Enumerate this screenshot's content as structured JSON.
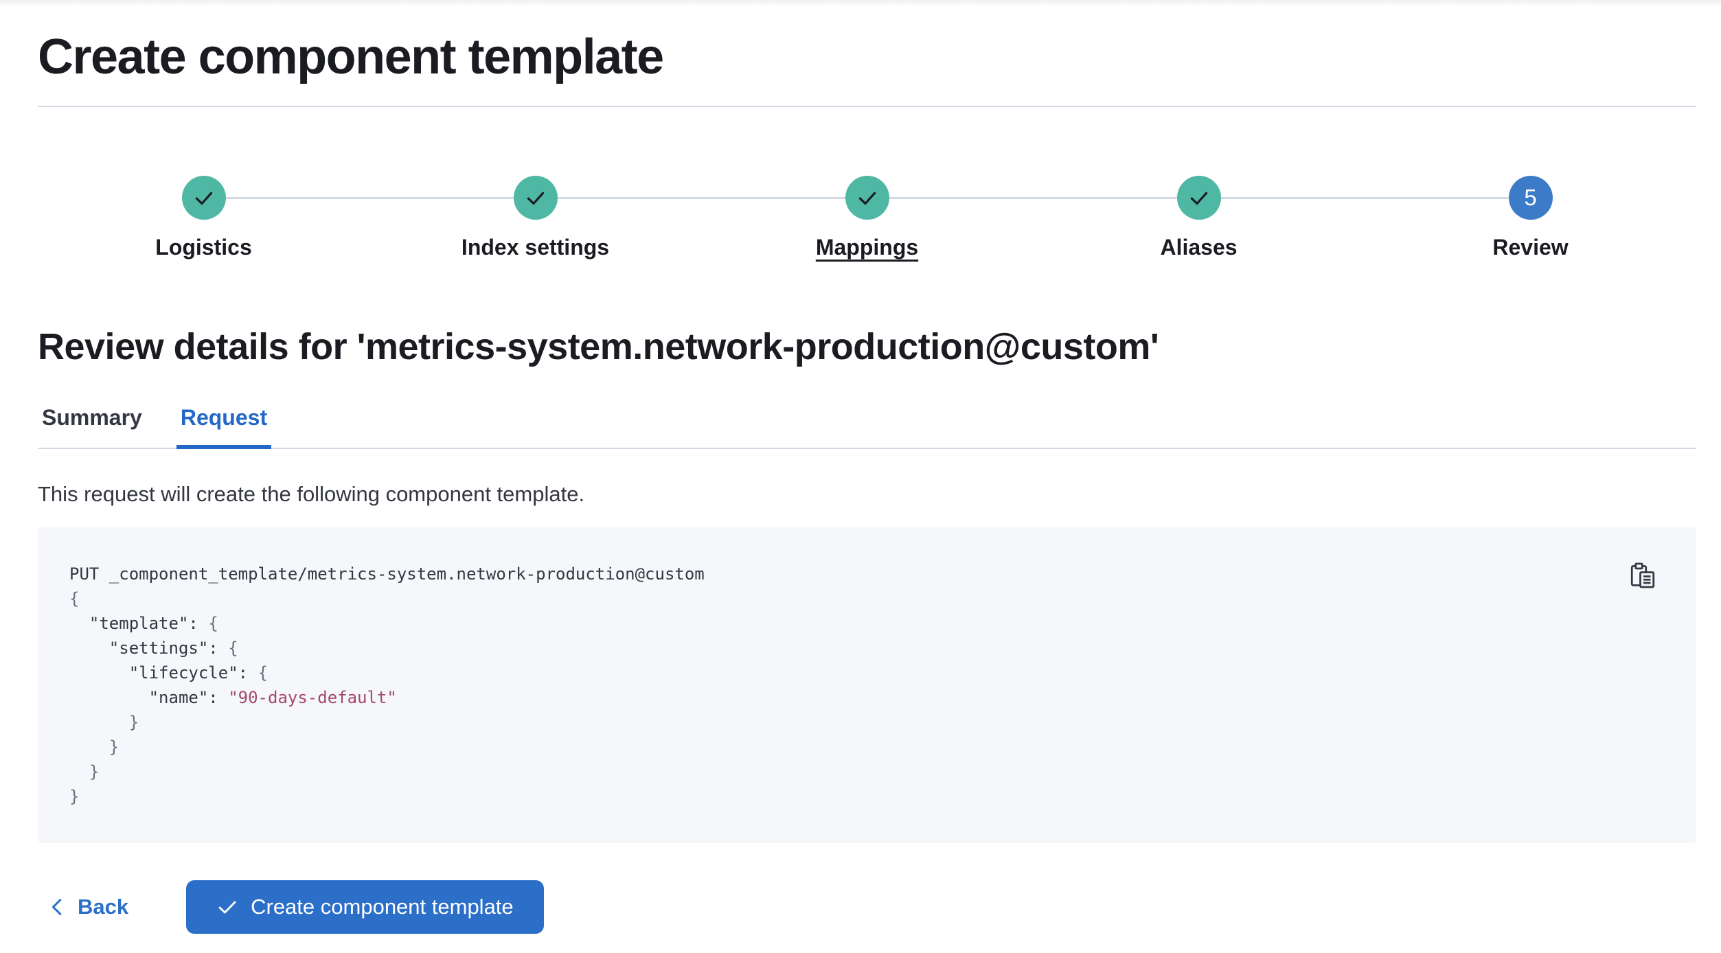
{
  "page": {
    "title": "Create component template"
  },
  "stepper": {
    "steps": [
      {
        "label": "Logistics",
        "status": "complete",
        "icon": "check-icon"
      },
      {
        "label": "Index settings",
        "status": "complete",
        "icon": "check-icon"
      },
      {
        "label": "Mappings",
        "status": "complete",
        "icon": "check-icon",
        "underlined": true
      },
      {
        "label": "Aliases",
        "status": "complete",
        "icon": "check-icon"
      },
      {
        "label": "Review",
        "status": "current",
        "number": "5"
      }
    ]
  },
  "review": {
    "heading": "Review details for 'metrics-system.network-production@custom'",
    "tabs": [
      {
        "label": "Summary",
        "active": false
      },
      {
        "label": "Request",
        "active": true
      }
    ],
    "description": "This request will create the following component template."
  },
  "code": {
    "copy_icon": "copy-clipboard-icon",
    "lines": [
      [
        {
          "t": "PUT _component_template/metrics-system.network-production@custom",
          "c": "d"
        }
      ],
      [
        {
          "t": "{",
          "c": "p"
        }
      ],
      [
        {
          "t": "  ",
          "c": "d"
        },
        {
          "t": "\"template\"",
          "c": "d"
        },
        {
          "t": ": ",
          "c": "d"
        },
        {
          "t": "{",
          "c": "p"
        }
      ],
      [
        {
          "t": "    ",
          "c": "d"
        },
        {
          "t": "\"settings\"",
          "c": "d"
        },
        {
          "t": ": ",
          "c": "d"
        },
        {
          "t": "{",
          "c": "p"
        }
      ],
      [
        {
          "t": "      ",
          "c": "d"
        },
        {
          "t": "\"lifecycle\"",
          "c": "d"
        },
        {
          "t": ": ",
          "c": "d"
        },
        {
          "t": "{",
          "c": "p"
        }
      ],
      [
        {
          "t": "        ",
          "c": "d"
        },
        {
          "t": "\"name\"",
          "c": "d"
        },
        {
          "t": ": ",
          "c": "d"
        },
        {
          "t": "\"90-days-default\"",
          "c": "s"
        }
      ],
      [
        {
          "t": "      ",
          "c": "d"
        },
        {
          "t": "}",
          "c": "p"
        }
      ],
      [
        {
          "t": "    ",
          "c": "d"
        },
        {
          "t": "}",
          "c": "p"
        }
      ],
      [
        {
          "t": "  ",
          "c": "d"
        },
        {
          "t": "}",
          "c": "p"
        }
      ],
      [
        {
          "t": "}",
          "c": "p"
        }
      ]
    ]
  },
  "footer": {
    "back_label": "Back",
    "submit_label": "Create component template"
  },
  "colors": {
    "primary_blue": "#2b6fc8",
    "step_current_blue": "#3c7bc8",
    "step_complete_teal": "#4fb8a4",
    "tab_active_blue": "#2467c6",
    "divider": "#d3dae6",
    "code_background": "#f6f7fa",
    "code_string": "#a34a68",
    "code_punctuation": "#69707d",
    "text_primary": "#1a1c21",
    "text_secondary": "#343741"
  }
}
